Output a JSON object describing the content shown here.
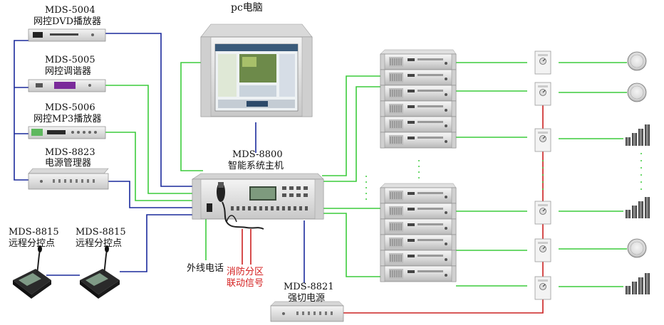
{
  "labels": {
    "pc_title": "pc电脑",
    "dvd_model": "MDS-5004",
    "dvd_name": "网控DVD播放器",
    "tuner_model": "MDS-5005",
    "tuner_name": "网控调谐器",
    "mp3_model": "MDS-5006",
    "mp3_name": "网控MP3播放器",
    "power_mgr_model": "MDS-8823",
    "power_mgr_name": "电源管理器",
    "host_model": "MDS-8800",
    "host_name": "智能系统主机",
    "remote1_model": "MDS-8815",
    "remote1_name": "远程分控点",
    "remote2_model": "MDS-8815",
    "remote2_name": "远程分控点",
    "phone_line": "外线电话",
    "fire_zone_1": "消防分区",
    "fire_zone_2": "联动信号",
    "force_power_model": "MDS-8821",
    "force_power_name": "强切电源"
  },
  "colors": {
    "blue_line": "#1a2a9c",
    "green_line": "#3ccc3c",
    "red_line": "#cc2020",
    "device_body": "#e8e8e8",
    "device_panel": "#c9c9c9",
    "purple_display": "#7a2a9a"
  },
  "icons": {
    "ceiling_speaker": "ceiling-speaker-icon",
    "column_speaker": "column-speaker-icon",
    "volume_control": "volume-control-icon",
    "amplifier": "amplifier-icon"
  }
}
